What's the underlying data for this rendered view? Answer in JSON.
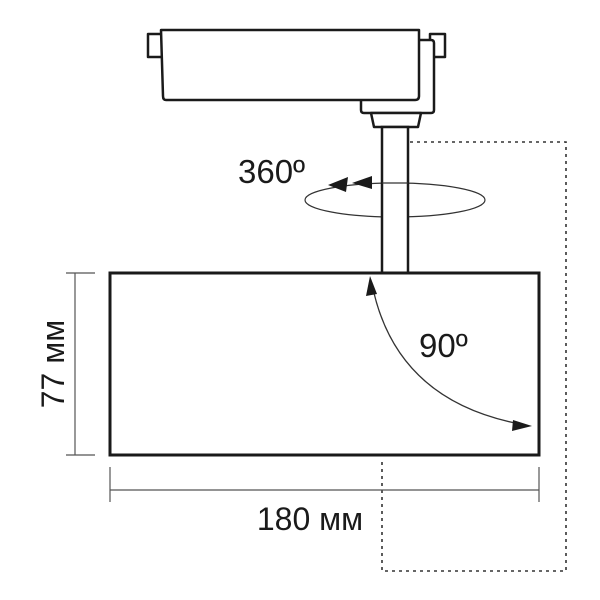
{
  "labels": {
    "rotation_horizontal": "360º",
    "rotation_vertical": "90º",
    "height": "77 мм",
    "width": "180 мм"
  },
  "colors": {
    "line": "#1a1a1a",
    "dimension_line": "#555555",
    "background": "#ffffff"
  }
}
